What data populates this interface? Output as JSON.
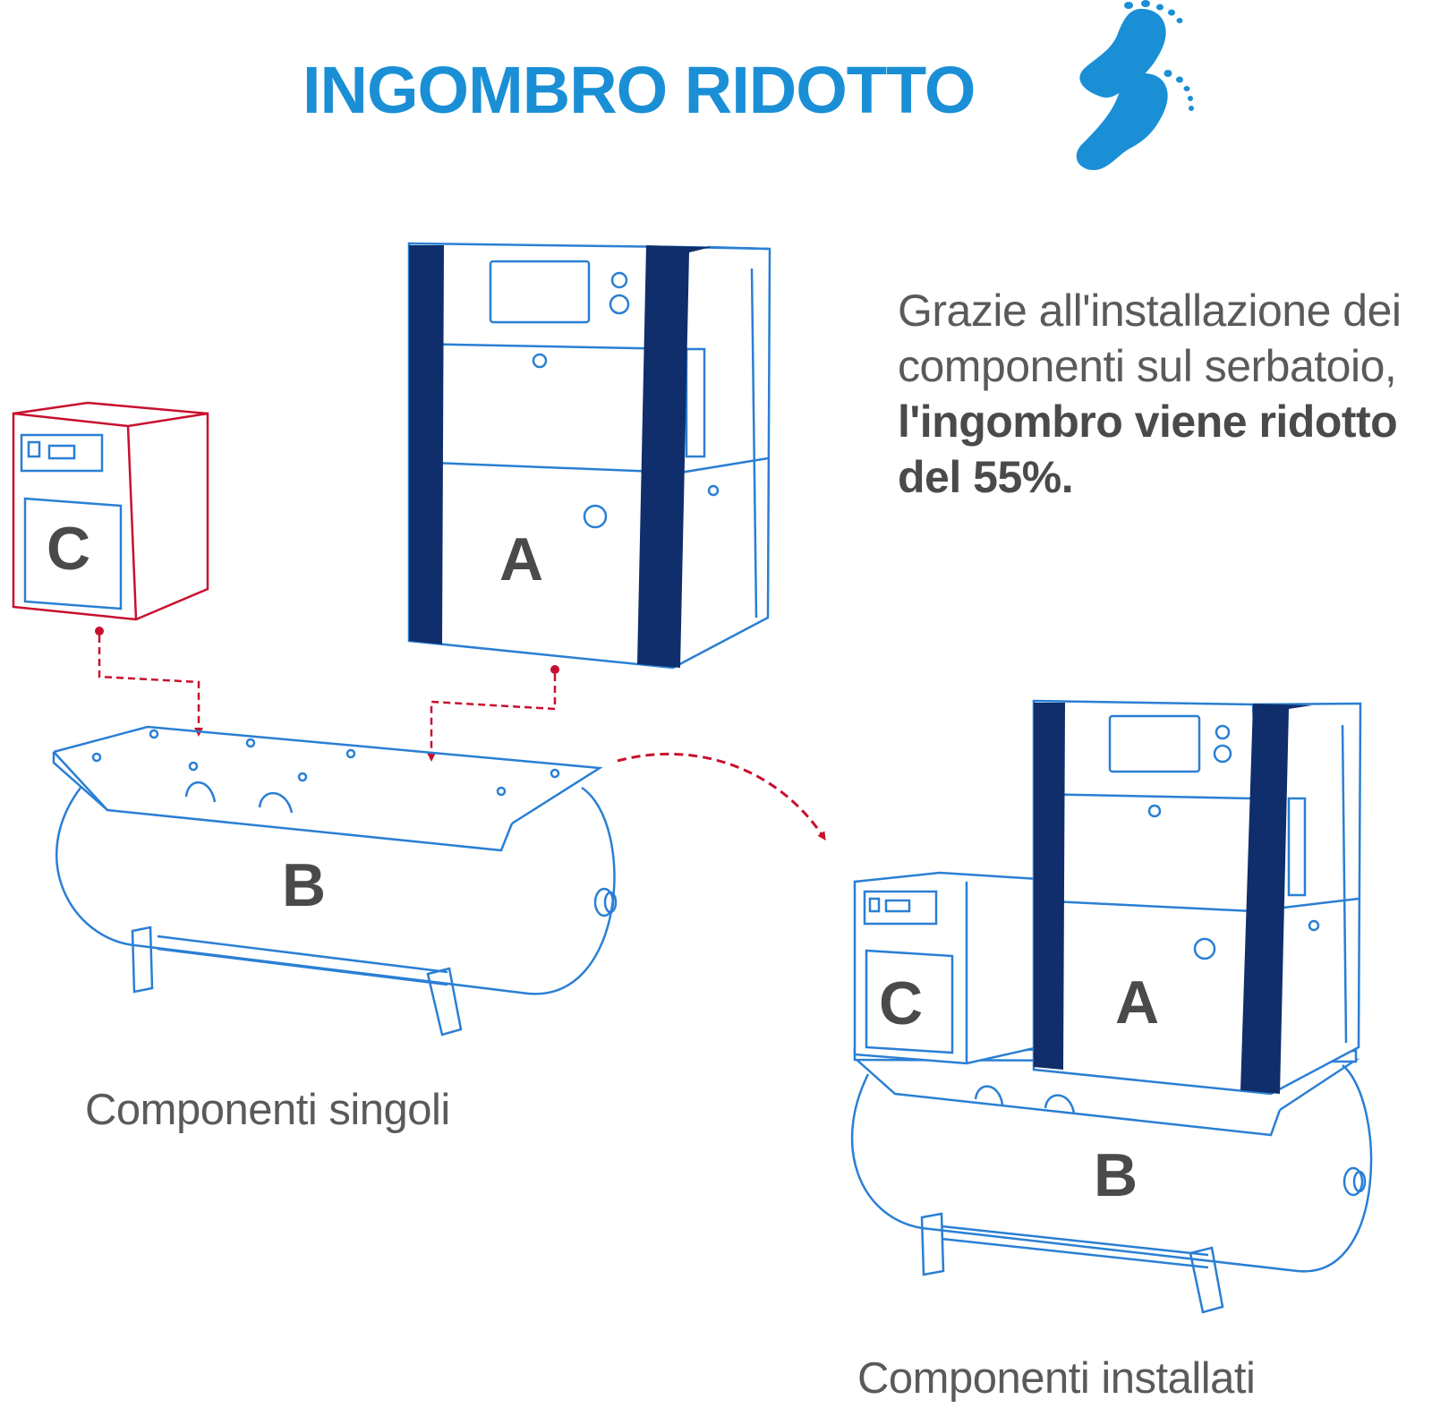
{
  "title": "INGOMBRO RIDOTTO",
  "description": {
    "normal": "Grazie all'installazione dei componenti sul serbatoio,",
    "bold": "l'ingombro viene ridotto del 55%."
  },
  "captions": {
    "single": "Componenti singoli",
    "installed": "Componenti installati"
  },
  "component_labels": {
    "a": "A",
    "b": "B",
    "c": "C"
  },
  "icons": {
    "footprint": "footprint-icon"
  },
  "colors": {
    "accent_blue": "#1a8fd6",
    "outline_blue": "#2a7fd4",
    "navy": "#0f2e6b",
    "red": "#c8102e",
    "text_grey": "#5a5a5a"
  }
}
